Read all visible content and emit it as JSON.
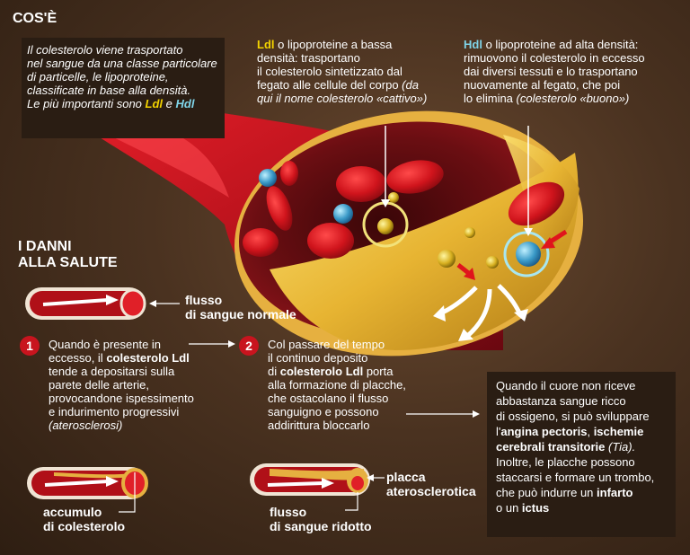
{
  "header": {
    "title": "COS'È"
  },
  "intro": {
    "l1": "Il colesterolo viene trasportato",
    "l2": "nel sangue da una classe particolare",
    "l3": "di particelle, le lipoproteine,",
    "l4": "classificate in base alla densità.",
    "l5a": "Le più importanti sono ",
    "ldl": "Ldl",
    "and": " e ",
    "hdl": "Hdl"
  },
  "ldl": {
    "name": "Ldl",
    "l1": " o lipoproteine a bassa",
    "l2": "densità: trasportano",
    "l3": "il colesterolo sintetizzato dal",
    "l4a": "fegato alle cellule del corpo ",
    "l4b": "(da",
    "l5": "qui il nome colesterolo «cattivo»)"
  },
  "hdl": {
    "name": "Hdl",
    "l1": " o lipoproteine ad alta densità:",
    "l2": "rimuovono il colesterolo in eccesso",
    "l3": "dai diversi tessuti e lo trasportano",
    "l4": "nuovamente al fegato, che poi",
    "l5a": "lo elimina ",
    "l5b": "(colesterolo «buono»)"
  },
  "danni": {
    "l1": "I DANNI",
    "l2": "ALLA SALUTE"
  },
  "flow_normal": {
    "l1": "flusso",
    "l2": "di sangue normale"
  },
  "step1": {
    "num": "1",
    "l1": "Quando è presente in",
    "l2a": "eccesso, il ",
    "l2b": "colesterolo Ldl",
    "l3": "tende a depositarsi sulla",
    "l4": "parete delle arterie,",
    "l5": "provocandone ispessimento",
    "l6": "e indurimento progressivi",
    "l7": "(aterosclerosi)"
  },
  "step2": {
    "num": "2",
    "l1": "Col passare del tempo",
    "l2": "il continuo deposito",
    "l3a": "di ",
    "l3b": "colesterolo Ldl",
    "l3c": " porta",
    "l4": "alla formazione di placche,",
    "l5": "che ostacolano il flusso",
    "l6": "sanguigno e possono",
    "l7": "addirittura bloccarlo"
  },
  "effects": {
    "l1": "Quando il cuore non riceve",
    "l2": "abbastanza sangue ricco",
    "l3": "di ossigeno, si può sviluppare",
    "l4a": "l'",
    "l4b": "angina pectoris",
    "l4c": ", ",
    "l4d": "ischemie",
    "l5a": "cerebrali transitorie",
    "l5b": " (Tia).",
    "l6": "Inoltre, le placche possono",
    "l7": "staccarsi e formare un trombo,",
    "l8a": "che può indurre un ",
    "l8b": "infarto",
    "l9a": "o un ",
    "l9b": "ictus"
  },
  "accumulo": {
    "l1": "accumulo",
    "l2": "di colesterolo"
  },
  "flow_reduced": {
    "l1": "flusso",
    "l2": "di sangue ridotto"
  },
  "placca": {
    "l1": "placca",
    "l2": "aterosclerotica"
  },
  "colors": {
    "ldl": "#f2d200",
    "hdl": "#7fd4e8",
    "blood": "#c8141e",
    "artery": "#a8101a",
    "plaque": "#e0a82a"
  }
}
